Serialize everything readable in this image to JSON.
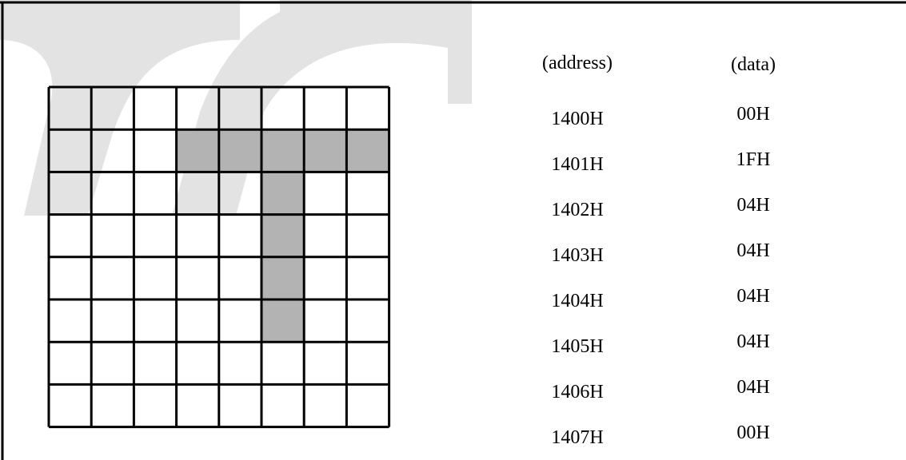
{
  "colors": {
    "background": "#ffffff",
    "line": "#000000",
    "filled_cell": "#b3b3b3",
    "watermark": "#e3e3e3"
  },
  "grid": {
    "rows": 8,
    "cols": 8,
    "bitmap": [
      [
        0,
        0,
        0,
        0,
        0,
        0,
        0,
        0
      ],
      [
        0,
        0,
        0,
        1,
        1,
        1,
        1,
        1
      ],
      [
        0,
        0,
        0,
        0,
        0,
        1,
        0,
        0
      ],
      [
        0,
        0,
        0,
        0,
        0,
        1,
        0,
        0
      ],
      [
        0,
        0,
        0,
        0,
        0,
        1,
        0,
        0
      ],
      [
        0,
        0,
        0,
        0,
        0,
        1,
        0,
        0
      ],
      [
        0,
        0,
        0,
        0,
        0,
        0,
        0,
        0
      ],
      [
        0,
        0,
        0,
        0,
        0,
        0,
        0,
        0
      ]
    ]
  },
  "table": {
    "headers": {
      "address": "(address)",
      "data": "(data)"
    },
    "rows": [
      {
        "address": "1400H",
        "data": "00H"
      },
      {
        "address": "1401H",
        "data": "1FH"
      },
      {
        "address": "1402H",
        "data": "04H"
      },
      {
        "address": "1403H",
        "data": "04H"
      },
      {
        "address": "1404H",
        "data": "04H"
      },
      {
        "address": "1405H",
        "data": "04H"
      },
      {
        "address": "1406H",
        "data": "04H"
      },
      {
        "address": "1407H",
        "data": "00H"
      }
    ]
  }
}
